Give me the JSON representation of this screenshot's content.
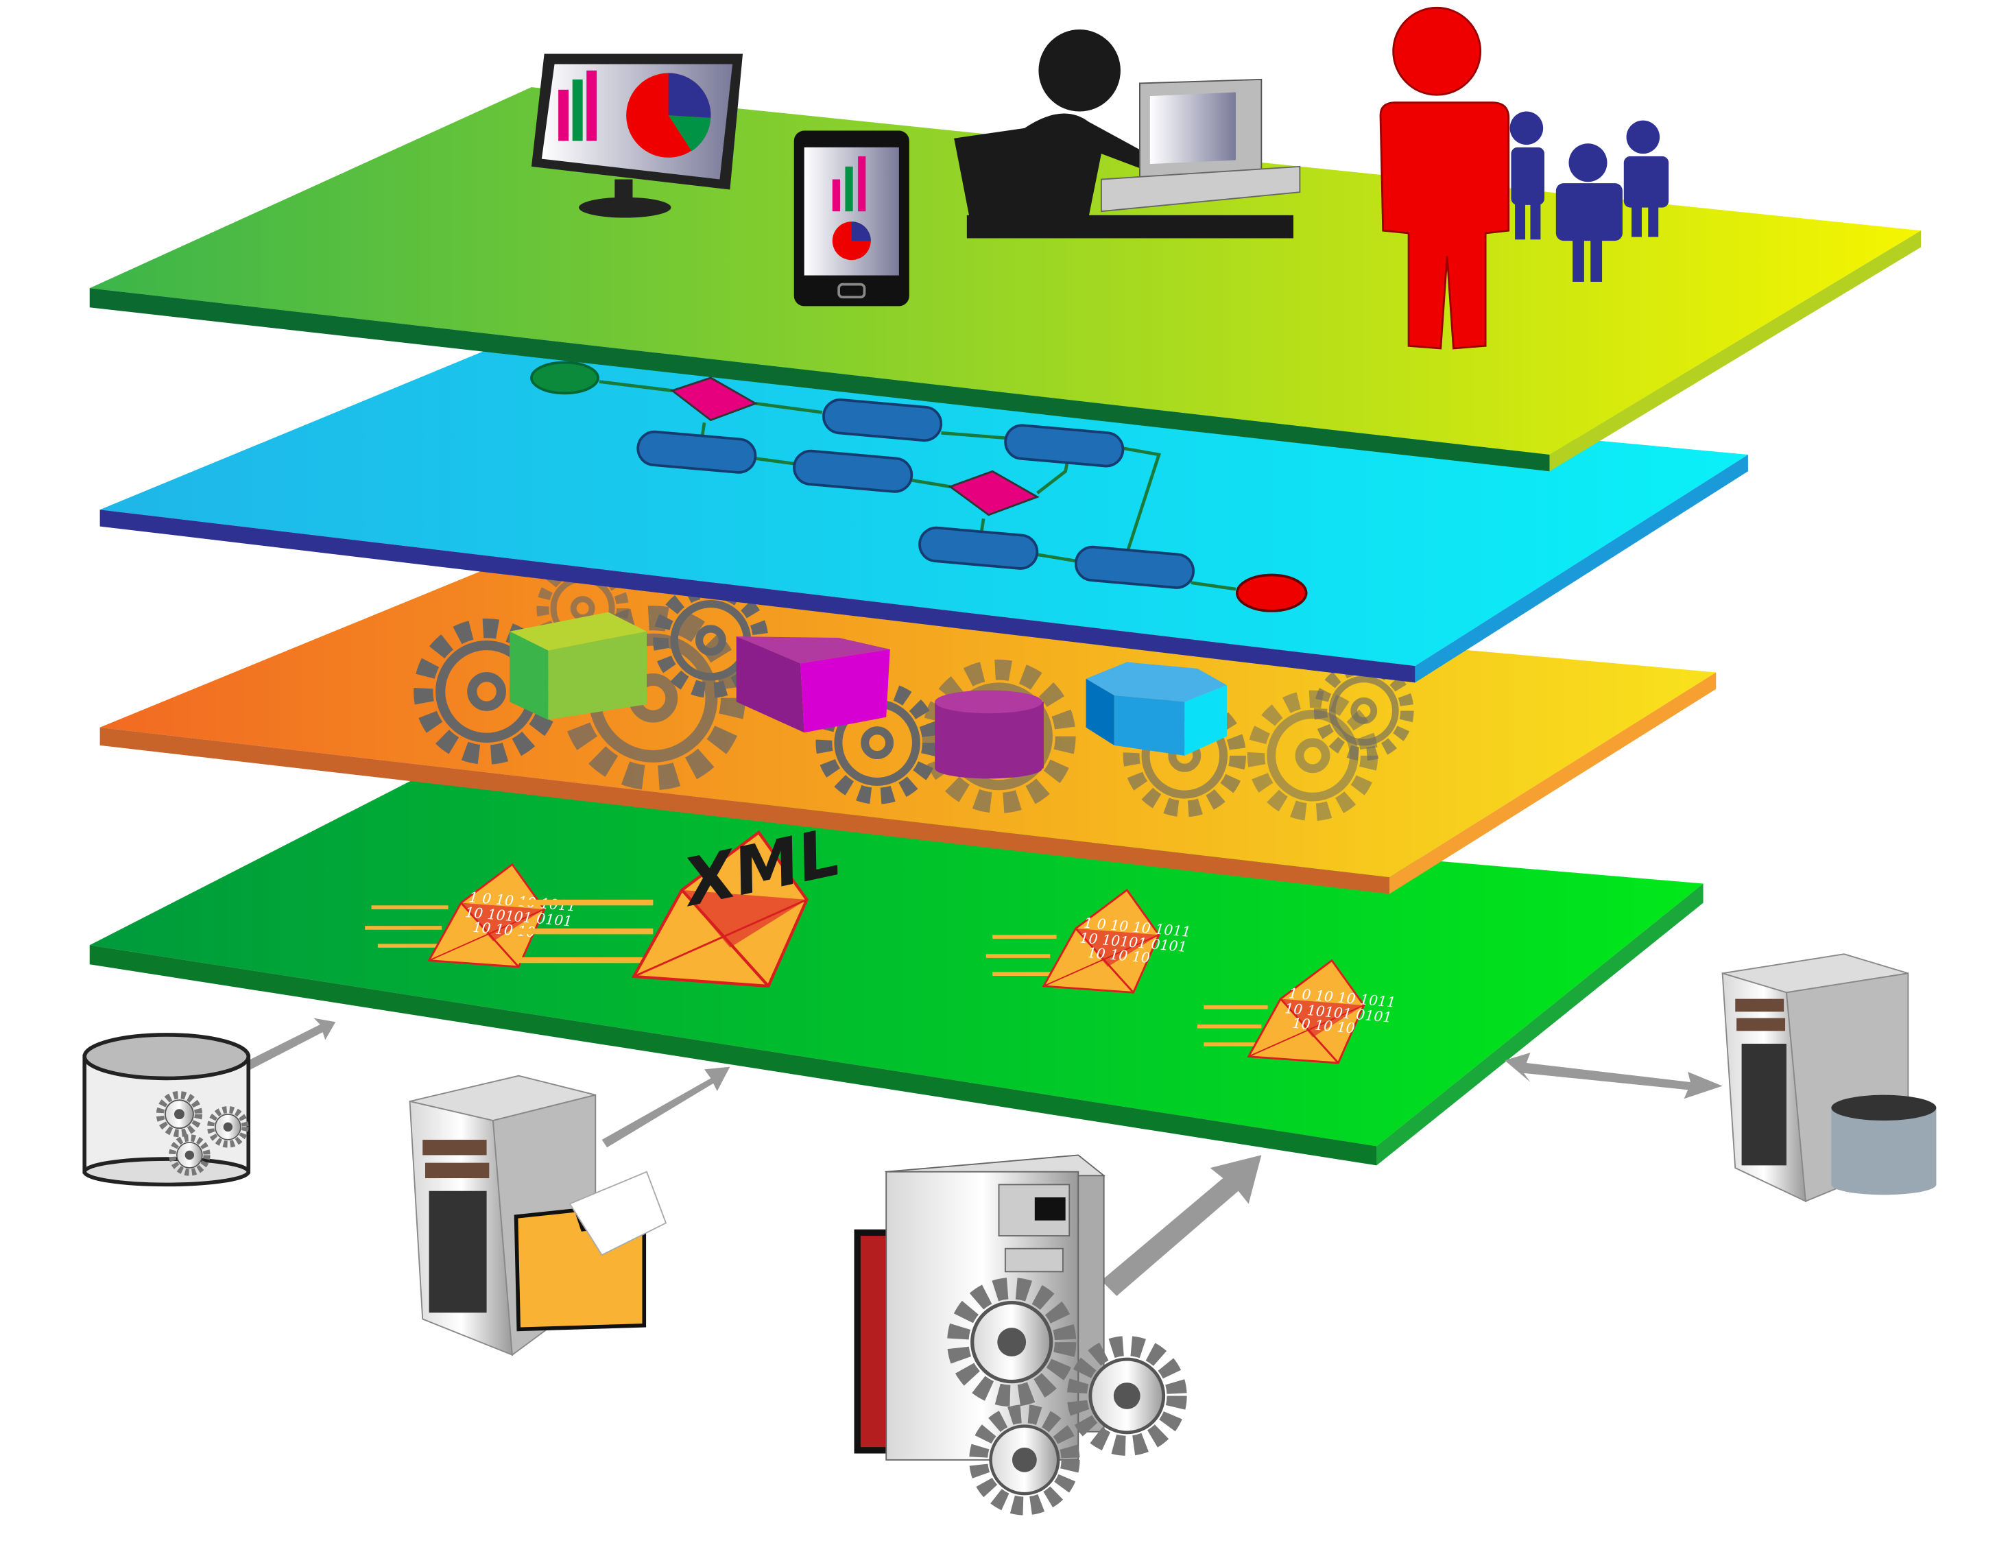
{
  "diagram": {
    "layers": [
      {
        "id": "presentation",
        "icons": [
          "monitor-chart-icon",
          "smartphone-chart-icon",
          "person-at-computer-icon",
          "user-group-icon"
        ],
        "color_start": "#3cb54a",
        "color_end": "#f5f500"
      },
      {
        "id": "process",
        "icons": [
          "flowchart-icon"
        ],
        "color_start": "#1fb6e8",
        "color_end": "#0af0f8"
      },
      {
        "id": "services",
        "icons": [
          "gear-icon",
          "cube-icon",
          "cylinder-icon",
          "hexagon-icon"
        ],
        "color_start": "#f26a22",
        "color_end": "#f8e21c"
      },
      {
        "id": "integration",
        "icons": [
          "envelope-icon"
        ],
        "color_start": "#009a3c",
        "color_end": "#00e81a"
      }
    ],
    "envelopes": {
      "xml_label": "XML",
      "binary_line_1": "1 0 10 10 1011",
      "binary_line_2": "10 10101 0101",
      "binary_line_3": "10 10 10"
    },
    "backend_systems": [
      "database-gears-icon",
      "server-folder-icon",
      "mainframe-gears-icon",
      "server-database-icon"
    ]
  }
}
